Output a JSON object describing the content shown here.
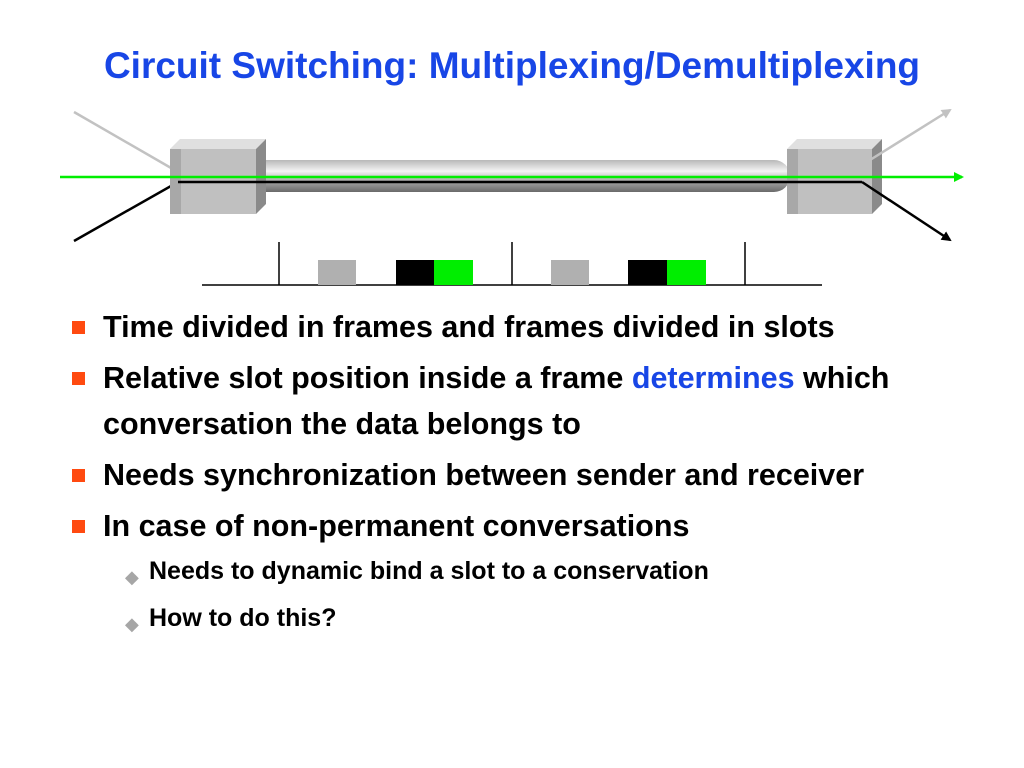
{
  "title": "Circuit Switching: Multiplexing/Demultiplexing",
  "colors": {
    "title": "#1846e6",
    "highlight": "#1846e6",
    "bullet": "#ff4a10",
    "sub_bullet": "#a6a6a6",
    "green_signal": "#00ee00",
    "gray_signal": "#c2c2c2",
    "black_signal": "#000000",
    "slot_gray": "#b0b0b0"
  },
  "diagram": {
    "frames": 2,
    "slots_per_frame": [
      "empty",
      "gray",
      "empty",
      "black",
      "green",
      "empty"
    ]
  },
  "bullets": [
    {
      "text": "Time divided in frames and frames divided in slots",
      "highlight": ""
    },
    {
      "text": "Relative slot position inside a frame ",
      "highlight": "determines",
      "text_after": " which conversation the data belongs to"
    },
    {
      "text": "Needs synchronization between sender and receiver",
      "highlight": ""
    },
    {
      "text": "In case of non-permanent conversations",
      "highlight": ""
    }
  ],
  "sub_bullets": [
    {
      "text": "Needs to dynamic bind a slot to a conservation"
    },
    {
      "text": "How to do this?"
    }
  ],
  "icons": {
    "bullet": "square-bullet-icon",
    "sub_bullet": "diamond-bullet-icon"
  }
}
